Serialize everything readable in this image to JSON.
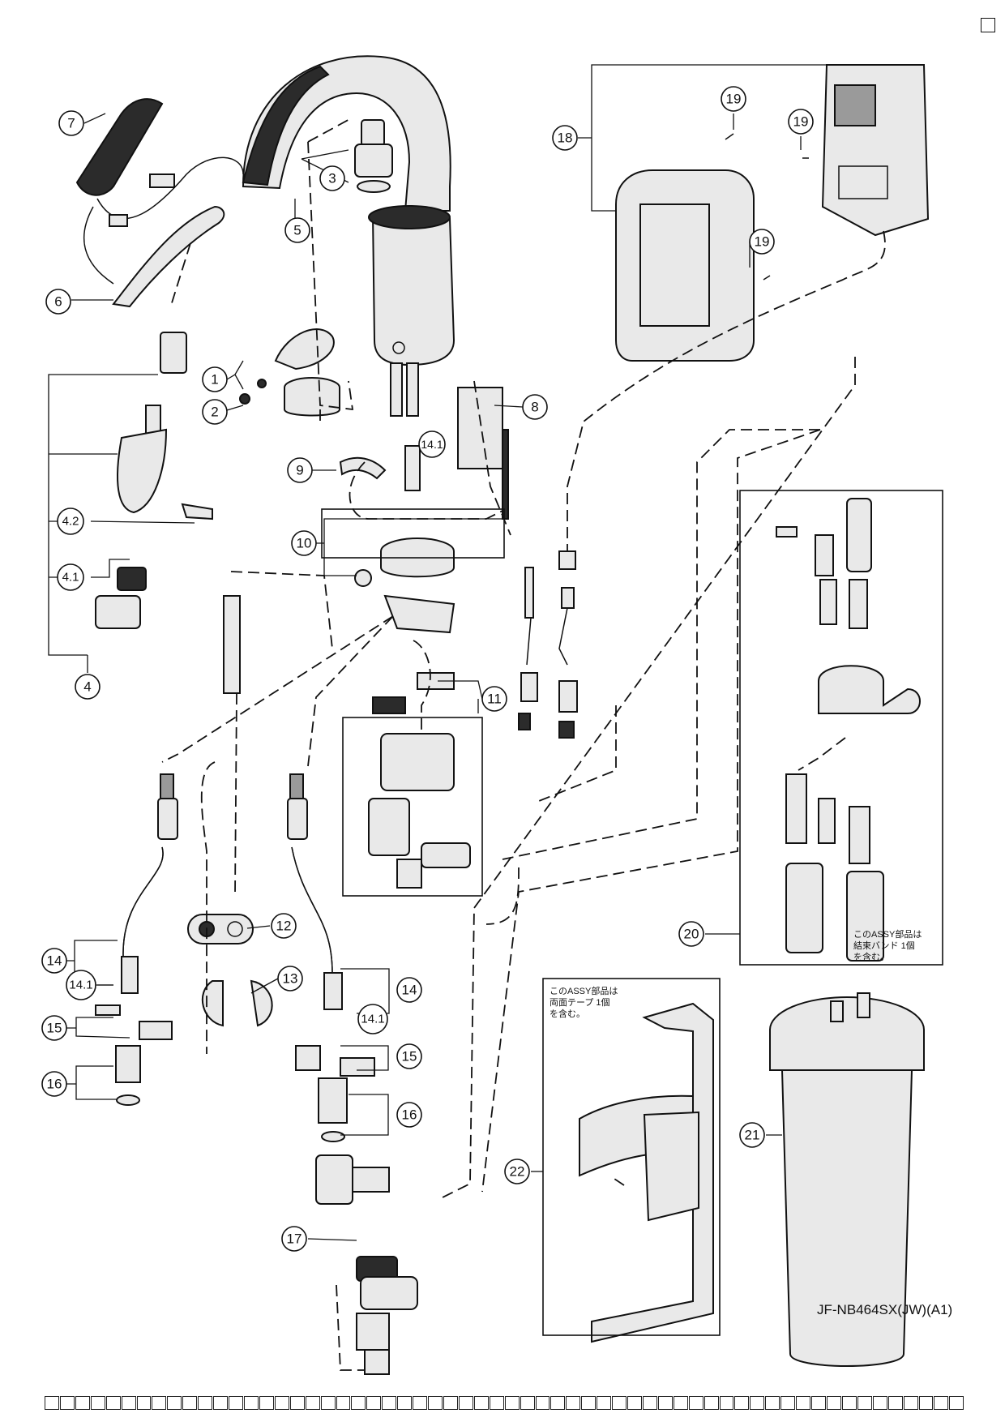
{
  "document": {
    "model_code": "JF-NB464SX(JW)(A1)",
    "notes": {
      "assy20": [
        "このASSY部品は",
        "結束バンド 1個",
        "を含む。"
      ],
      "assy22": [
        "このASSY部品は",
        "両面テープ 1個",
        "を含む。"
      ]
    }
  },
  "callouts": {
    "c1": "1",
    "c2": "2",
    "c3": "3",
    "c4": "4",
    "c4_1": "4.1",
    "c4_2": "4.2",
    "c5": "5",
    "c6": "6",
    "c7": "7",
    "c8": "8",
    "c9": "9",
    "c10": "10",
    "c11": "11",
    "c12": "12",
    "c13": "13",
    "c14a": "14",
    "c14b": "14",
    "c14_1a": "14.1",
    "c14_1b": "14.1",
    "c14_1c": "14.1",
    "c15a": "15",
    "c15b": "15",
    "c16a": "16",
    "c16b": "16",
    "c17": "17",
    "c18": "18",
    "c19a": "19",
    "c19b": "19",
    "c19c": "19",
    "c20": "20",
    "c21": "21",
    "c22": "22"
  }
}
